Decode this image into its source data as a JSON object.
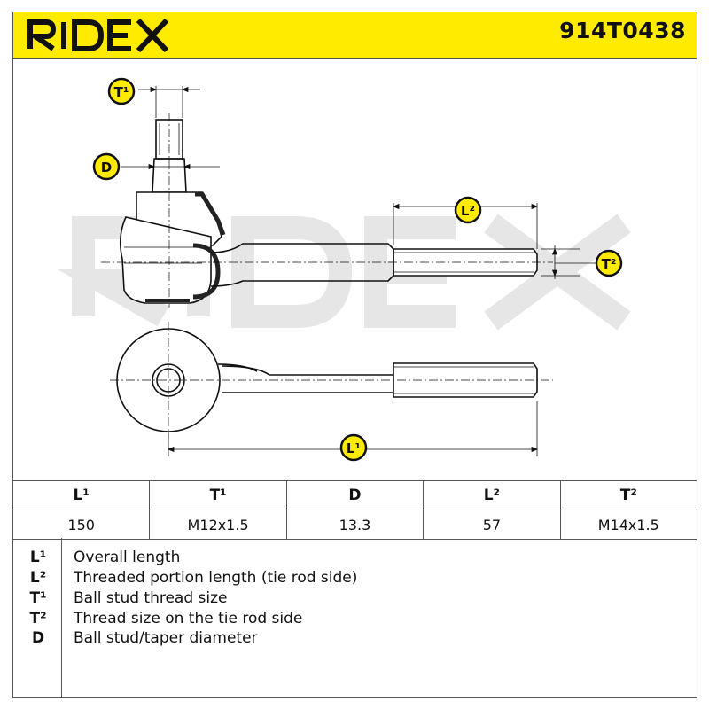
{
  "brand": "RIDEX",
  "part_number": "914T0438",
  "diagram_labels": {
    "t1": "T¹",
    "d": "D",
    "l2": "L²",
    "t2": "T²",
    "l1": "L¹"
  },
  "table": {
    "headers": [
      "L¹",
      "T¹",
      "D",
      "L²",
      "T²"
    ],
    "values": [
      "150",
      "M12x1.5",
      "13.3",
      "57",
      "M14x1.5"
    ]
  },
  "legend": [
    {
      "key": "L¹",
      "text": "Overall length"
    },
    {
      "key": "L²",
      "text": "Threaded portion length (tie rod side)"
    },
    {
      "key": "T¹",
      "text": "Ball stud thread size"
    },
    {
      "key": "T²",
      "text": "Thread size on the tie rod side"
    },
    {
      "key": "D",
      "text": "Ball stud/taper diameter"
    }
  ],
  "colors": {
    "header_bg": "#ffeb00",
    "label_badge": "#ffeb00",
    "watermark": "#e6e6e6"
  }
}
